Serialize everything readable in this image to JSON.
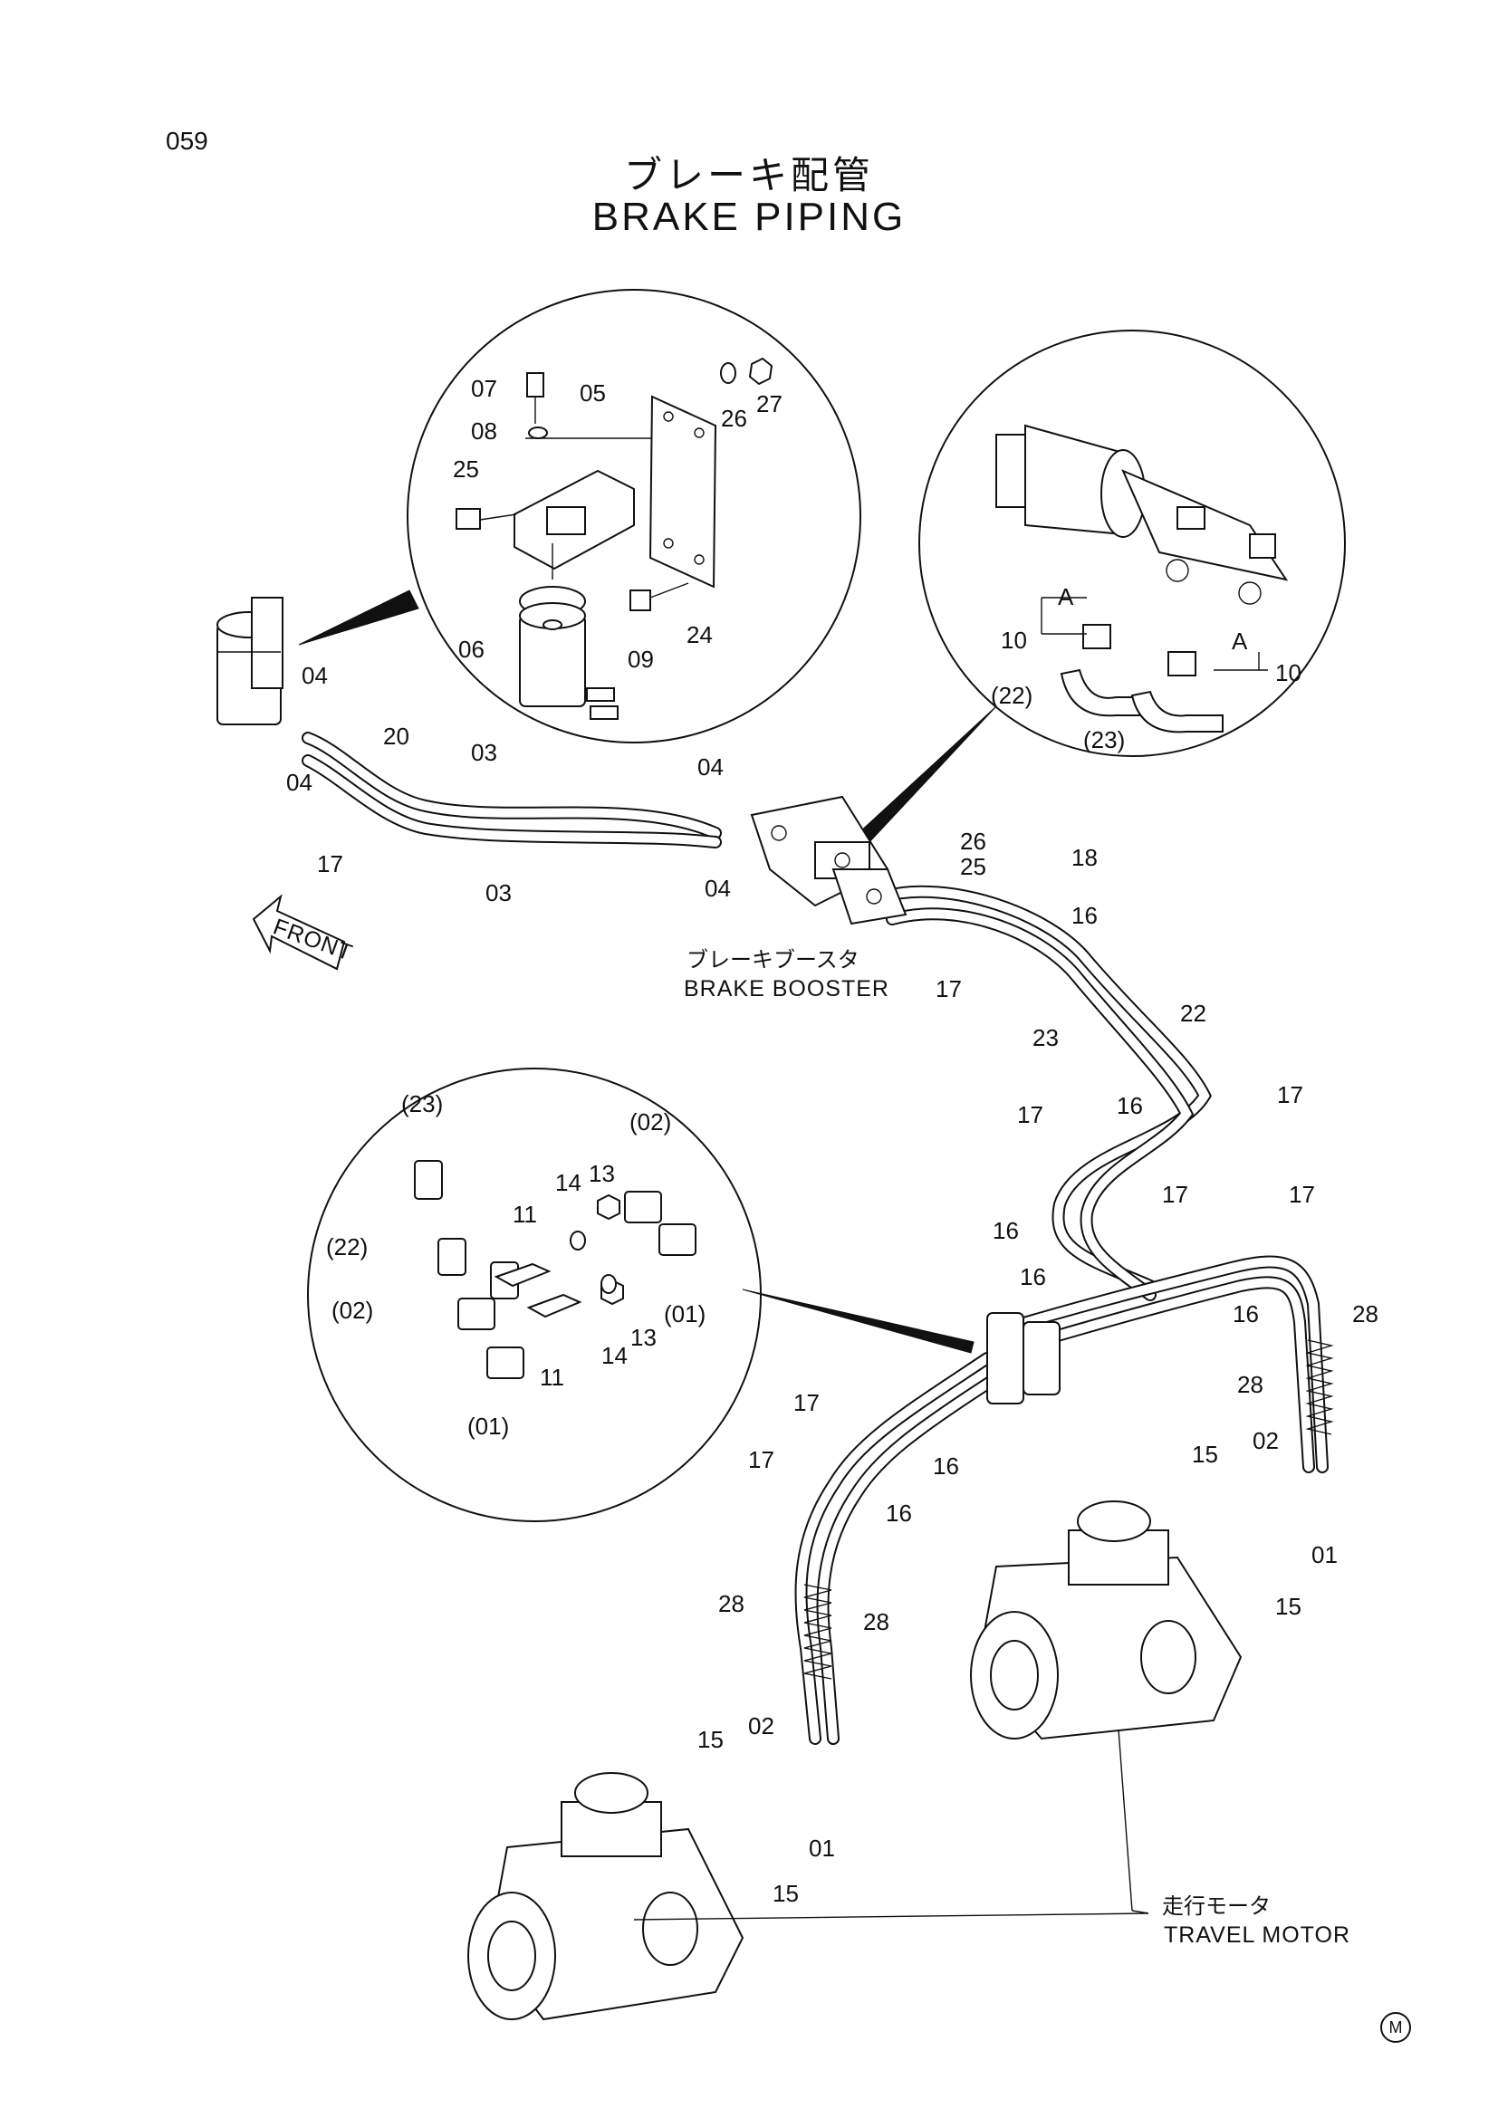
{
  "page": {
    "number": "059"
  },
  "title": {
    "japanese": "ブレーキ配管",
    "english": "BRAKE PIPING"
  },
  "labels": {
    "brake_booster_jp": "ブレーキブースタ",
    "brake_booster_en": "BRAKE BOOSTER",
    "travel_motor_jp": "走行モータ",
    "travel_motor_en": "TRAVEL MOTOR",
    "front": "FRONT",
    "view_a": "A",
    "mark": "M"
  },
  "callouts": {
    "c01": "01",
    "c02": "02",
    "c03": "03",
    "c04": "04",
    "c05": "05",
    "c06": "06",
    "c07": "07",
    "c08": "08",
    "c09": "09",
    "c10": "10",
    "c11": "11",
    "c13": "13",
    "c14": "14",
    "c15": "15",
    "c16": "16",
    "c17": "17",
    "c18": "18",
    "c20": "20",
    "c22": "22",
    "c23": "23",
    "c24": "24",
    "c25": "25",
    "c26": "26",
    "c27": "27",
    "c28": "28",
    "p01": "(01)",
    "p02": "(02)",
    "p22": "(22)",
    "p23": "(23)"
  }
}
